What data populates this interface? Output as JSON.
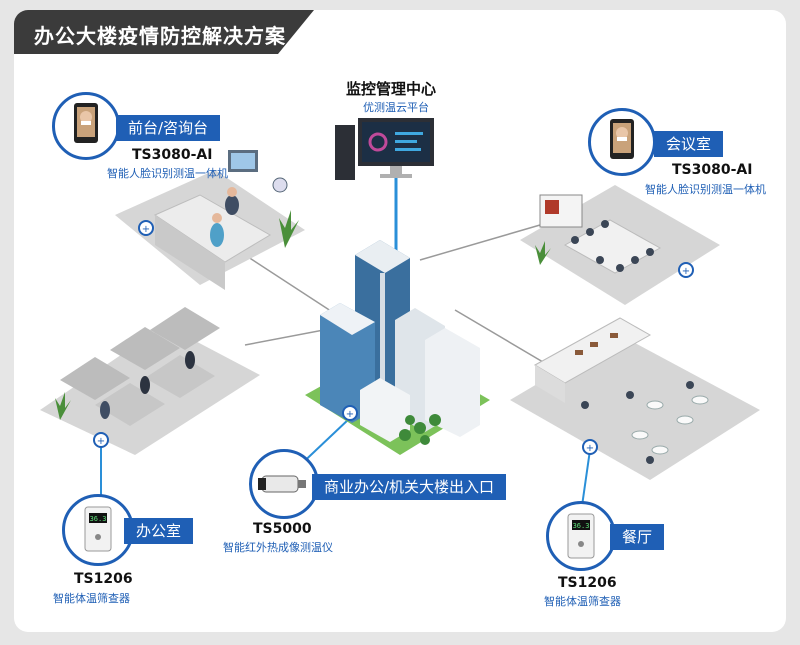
{
  "page_title": "办公大楼疫情防控解决方案",
  "center": {
    "title": "监控管理中心",
    "subtitle": "优测温云平台"
  },
  "nodes": {
    "front_desk": {
      "label": "前台/咨询台",
      "model": "TS3080-AI",
      "desc": "智能人脸识别测温一体机",
      "screen": ""
    },
    "meeting_room": {
      "label": "会议室",
      "model": "TS3080-AI",
      "desc": "智能人脸识别测温一体机"
    },
    "office": {
      "label": "办公室",
      "model": "TS1206",
      "desc": "智能体温筛查器",
      "screen": "36.3"
    },
    "entrance": {
      "label": "商业办公/机关大楼出入口",
      "model": "TS5000",
      "desc": "智能红外热成像测温仪"
    },
    "canteen": {
      "label": "餐厅",
      "model": "TS1206",
      "desc": "智能体温筛查器",
      "screen": "36.3"
    }
  },
  "colors": {
    "accent": "#1f5fb5",
    "line": "#9a9a9a",
    "floor": "#d4d4d4",
    "building": "#3a6f9e",
    "grass": "#7cc25a"
  }
}
